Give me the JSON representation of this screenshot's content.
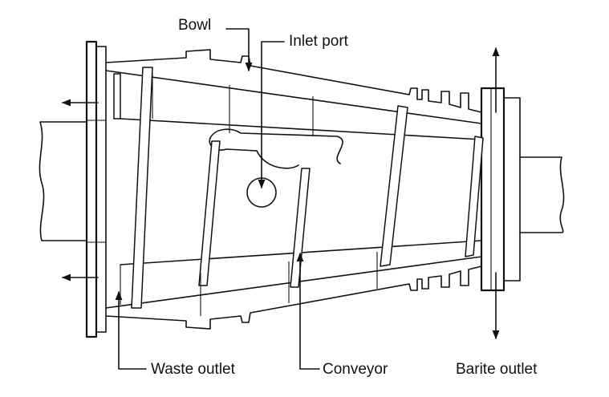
{
  "labels": {
    "bowl": "Bowl",
    "inlet_port": "Inlet port",
    "waste_outlet": "Waste outlet",
    "conveyor": "Conveyor",
    "barite_outlet": "Barite outlet"
  },
  "colors": {
    "line": "#111111",
    "background": "#ffffff"
  }
}
